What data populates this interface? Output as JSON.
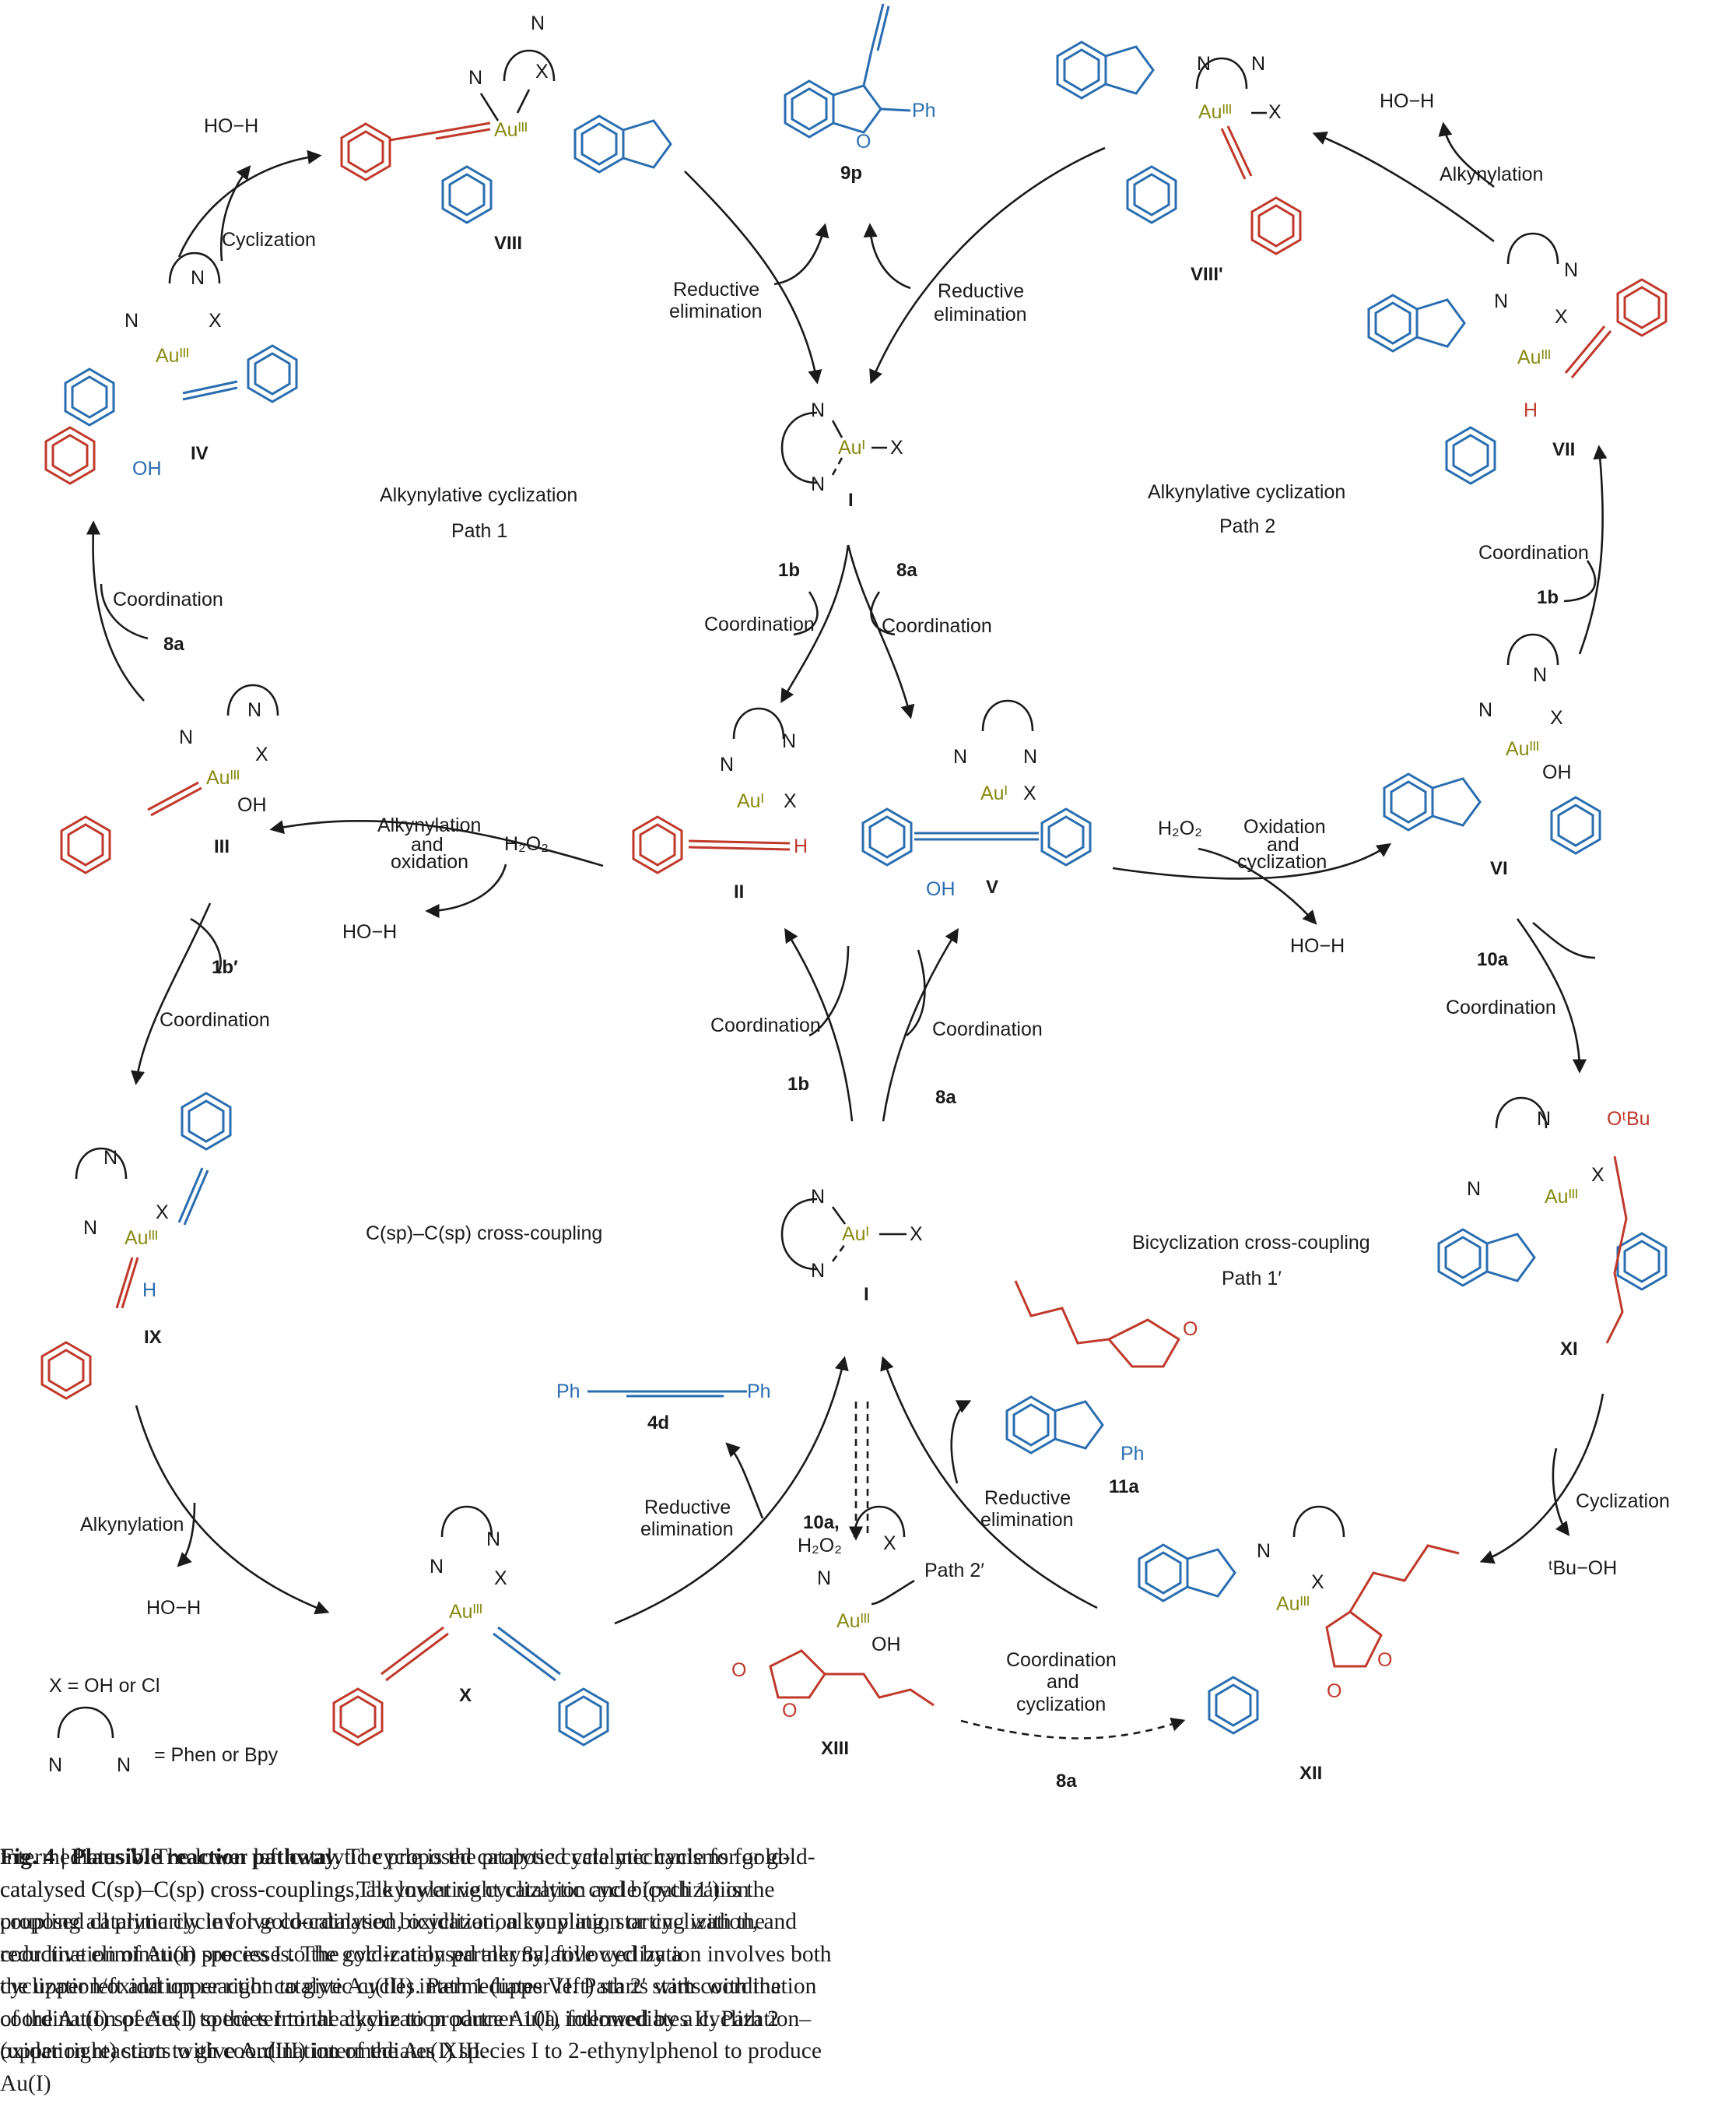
{
  "labels": {
    "cyclization": "Cyclization",
    "reductive": "Reductive",
    "elimination": "elimination",
    "alkynylation": "Alkynylation",
    "coordination": "Coordination",
    "path1": "Alkynylative cyclization",
    "path1b": "Path 1",
    "path2": "Alkynylative cyclization",
    "path2b": "Path 2",
    "alk_ox_1": "Alkynylation",
    "alk_ox_2": "and",
    "alk_ox_3": "oxidation",
    "oxcyc_1": "Oxidation",
    "oxcyc_2": "and",
    "oxcyc_3": "cyclization",
    "csp": "C(sp)–C(sp) cross-coupling",
    "bicyc": "Bicyclization cross-coupling",
    "path1p": "Path 1′",
    "path2p": "Path 2′",
    "coordcyc_1": "Coordination",
    "coordcyc_2": "and",
    "coordcyc_3": "cyclization",
    "h2o2": "H₂O₂",
    "hoh": "HO−H",
    "tbuoh": "ᵗBu−OH",
    "x_def": "X = OH or Cl",
    "nn_def": "= Phen or Bpy",
    "ten_a_h2o2_1": "10a,",
    "ten_a_h2o2_2": "H₂O₂"
  },
  "compounds": {
    "I": "I",
    "II": "II",
    "III": "III",
    "IV": "IV",
    "V": "V",
    "VI": "VI",
    "VII": "VII",
    "VIII": "VIII",
    "VIIIp": "VIII'",
    "IX": "IX",
    "X": "X",
    "XI": "XI",
    "XII": "XII",
    "XIII": "XIII",
    "c9p": "9p",
    "c4d": "4d",
    "c11a": "11a",
    "c1b": "1b",
    "c1bp": "1b′",
    "c8a": "8a",
    "c10a": "10a"
  },
  "atoms": {
    "N": "N",
    "X": "X",
    "O": "O",
    "OH": "OH",
    "H": "H",
    "Ph": "Ph",
    "AuI": "Auᴵ",
    "AuIII": "Auᴵᴵᴵ",
    "OtBu": "OᵗBu"
  },
  "caption": {
    "fig_label": "Fig. 4 | Plausible reaction pathway.",
    "left": " The proposed catalytic cycle mechanisms for gold-catalysed C(sp)–C(sp) cross-couplings, alkynylative cyclization and bicyclization coupling all primarily involve coordination, oxidation, alkynylation or cyclization, and reductive elimination processes. The gold-catalysed alkynylative cyclization involves both the upper left and upper right catalytic cycles. Path 1 (upper left) starts with coordination of the Au(I) species I to the terminal alkyne to produce Au(I) intermediates II. Path 2 (upper right) starts with coordination of the Au(I) species I to 2-ethynylphenol to produce Au(I)",
    "right": "intermediates V. The lower left catalytic cycle is the proposed catalytic cycle for gold-catalysed C(sp)–C(sp) cross-coupling. The lower right catalytic cycle (path 1′) is the proposed catalytic cycle for gold-catalysed bicyclization coupling, starting with the coordination of Au(I) species I to the cyclization partner 8a, followed by a cyclization/oxidation reaction to give Au(III) intermediates VI. Path 2′ starts with the coordination of Au(I) species I to the cyclization partner 10a, followed by a cyclization–oxidation reaction to give Au(III) intermediates XIII."
  }
}
